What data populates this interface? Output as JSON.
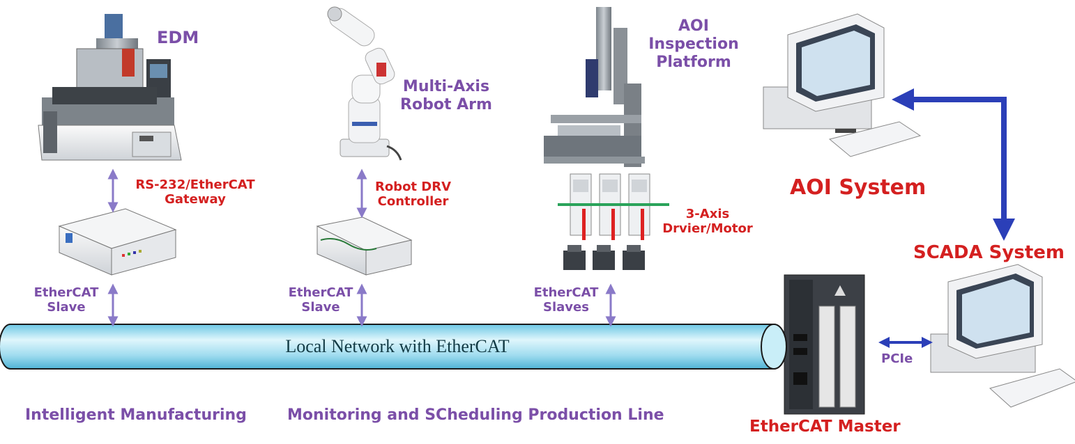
{
  "labels": {
    "edm": "EDM",
    "robot_line1": "Multi-Axis",
    "robot_line2": "Robot Arm",
    "aoi_platform_line1": "AOI",
    "aoi_platform_line2": "Inspection",
    "aoi_platform_line3": "Platform",
    "gateway_line1": "RS-232/EtherCAT",
    "gateway_line2": "Gateway",
    "robot_drv_line1": "Robot DRV",
    "robot_drv_line2": "Controller",
    "axis_line1": "3-Axis",
    "axis_line2": "Drvier/Motor",
    "slave1_line1": "EtherCAT",
    "slave1_line2": "Slave",
    "slave2_line1": "EtherCAT",
    "slave2_line2": "Slave",
    "slaves_line1": "EtherCAT",
    "slaves_line2": "Slaves",
    "network": "Local Network with EtherCAT",
    "aoi_system": "AOI System",
    "scada_system": "SCADA System",
    "pcie": "PCIe",
    "master": "EtherCAT Master",
    "caption_left": "Intelligent Manufacturing",
    "caption_right": "Monitoring and SCheduling Production Line"
  },
  "colors": {
    "purple_text": "#7b4fa8",
    "red_text": "#d42020",
    "arrow_purple": "#8a7ac8",
    "arrow_blue": "#2b3fb8",
    "pipe": "#aee4f2",
    "pipe_edge": "#1a1a1a"
  }
}
